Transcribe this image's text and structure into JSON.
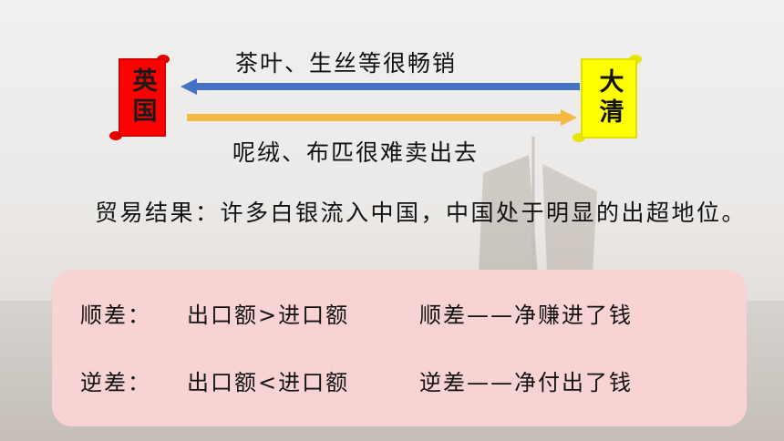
{
  "scrolls": {
    "britain": "英国",
    "qing": "大清"
  },
  "trade": {
    "export_from_qing": "茶叶、生丝等很畅销",
    "export_from_britain": "呢绒、布匹很难卖出去"
  },
  "colors": {
    "britain_scroll": "#ff0000",
    "qing_scroll": "#ffff00",
    "arrow_blue": "#4472c4",
    "arrow_orange": "#f4b942",
    "box_bg": "#f8d3d3"
  },
  "result_text": "贸易结果：许多白银流入中国，中国处于明显的出超地位。",
  "definitions": [
    {
      "term": "顺差：",
      "formula": "出口额>进口额",
      "meaning": "顺差——净赚进了钱"
    },
    {
      "term": "逆差：",
      "formula": "出口额<进口额",
      "meaning": "逆差——净付出了钱"
    }
  ]
}
